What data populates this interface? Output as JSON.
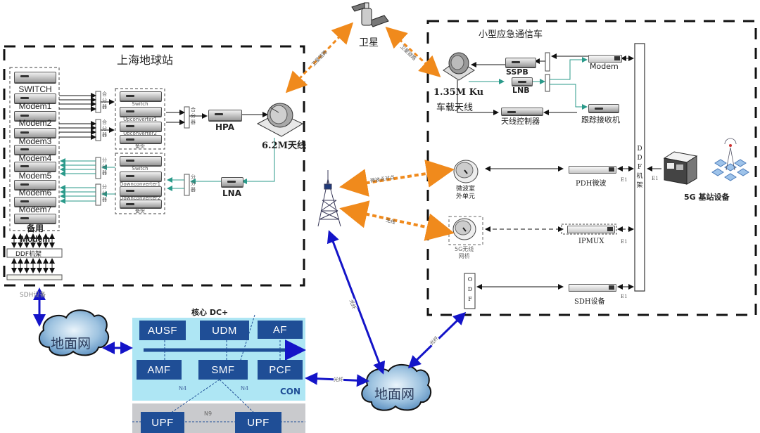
{
  "satellite": {
    "label": "卫星",
    "link_left": "卫星链路",
    "link_right": "卫星链路"
  },
  "shanghai_station": {
    "title": "上海地球站",
    "devices": [
      "SWITCH",
      "Modem1",
      "Modem2",
      "Modem3",
      "Modem4",
      "Modem5",
      "Modem6",
      "Modem7",
      "备用Modem"
    ],
    "ddf": "DDF机架",
    "sdh": "SDH设备",
    "combiner_labels": [
      "合",
      "分",
      "器"
    ],
    "up_group": [
      "Switch",
      "Upconverter1",
      "Upconverter2",
      "备份"
    ],
    "down_group": [
      "Switch",
      "Downconverter1",
      "Downconverter2",
      "备份"
    ],
    "hpa": "HPA",
    "lna": "LNA",
    "antenna": "6.2M天线"
  },
  "vehicle": {
    "title": "小型应急通信车",
    "antenna_line1": "1.35M Ku",
    "antenna_line2": "车载天线",
    "sspb": "SSPB",
    "lnb": "LNB",
    "modem": "Modem",
    "antenna_controller": "天线控制器",
    "tracking_receiver": "跟踪接收机",
    "ddf_rack": [
      "D",
      "D",
      "F",
      "机",
      "架"
    ],
    "microwave_outdoor": [
      "微波室",
      "外单元"
    ],
    "pdh": "PDH微波",
    "fiveg_antenna": [
      "5G无线",
      "网桥"
    ],
    "ipmux": "IPMUX",
    "odf": [
      "O",
      "D",
      "F"
    ],
    "sdh": "SDH设备",
    "e1": "E1"
  },
  "tower": {
    "microwave_link": "微波点对点",
    "wireless_link": "无线",
    "fiber": "光纤"
  },
  "base_station": {
    "label": "5G 基站设备",
    "e1": "E1"
  },
  "core": {
    "title": "核心 DC+",
    "top_nfs": [
      "AUSF",
      "UDM",
      "AF"
    ],
    "mid_nfs": [
      "AMF",
      "SMF",
      "PCF"
    ],
    "user_plane": [
      "UPF",
      "UPF"
    ],
    "n4_left": "N4",
    "n4_right": "N4",
    "n9": "N9",
    "plane_label": "CON"
  },
  "ground_network_left": {
    "label": "地面网"
  },
  "ground_network_right": {
    "label": "地面网",
    "fiber_left": "光纤",
    "fiber_right": "光纤"
  },
  "colors": {
    "orange_link": "#f08a1c",
    "blue_link": "#1414c8",
    "teal_link": "#2a9a8a",
    "nf_blue": "#1f4e96",
    "core_bg": "#aee6f4"
  }
}
